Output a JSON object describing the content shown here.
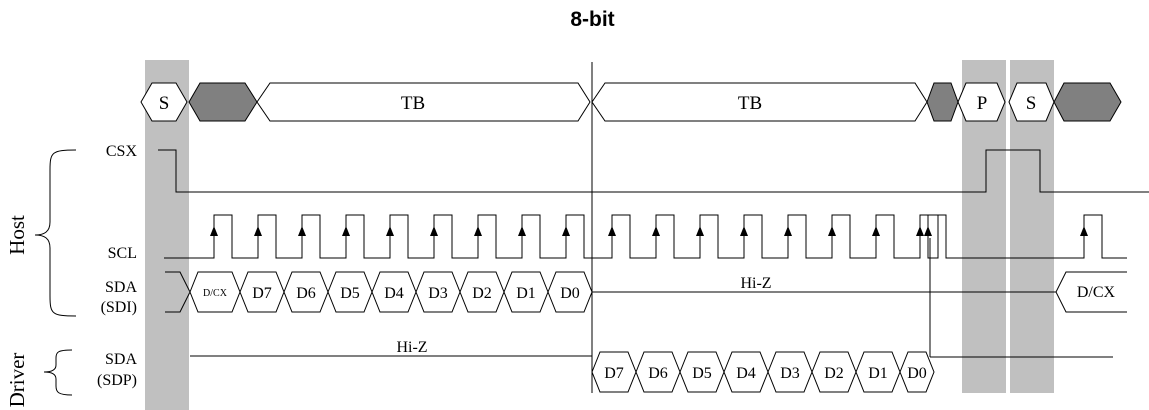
{
  "title": "8-bit",
  "groups": {
    "host": "Host",
    "driver": "Driver"
  },
  "signals": {
    "csx": "CSX",
    "scl": "SCL",
    "sda_host": [
      "SDA",
      "(SDI)"
    ],
    "sda_driver": [
      "SDA",
      "(SDP)"
    ]
  },
  "phases": {
    "start": "S",
    "tb1": "TB",
    "tb2": "TB",
    "stop": "P",
    "start2": "S"
  },
  "sdi_bits": [
    "D/CX",
    "D7",
    "D6",
    "D5",
    "D4",
    "D3",
    "D2",
    "D1",
    "D0"
  ],
  "sdp_bits": [
    "D7",
    "D6",
    "D5",
    "D4",
    "D3",
    "D2",
    "D1",
    "D0"
  ],
  "hiz_host": "Hi-Z",
  "hiz_driver": "Hi-Z",
  "next_bit": "D/CX",
  "colors": {
    "band": "#c0c0c0",
    "idle_bus": "#808080",
    "line": "#000000"
  }
}
